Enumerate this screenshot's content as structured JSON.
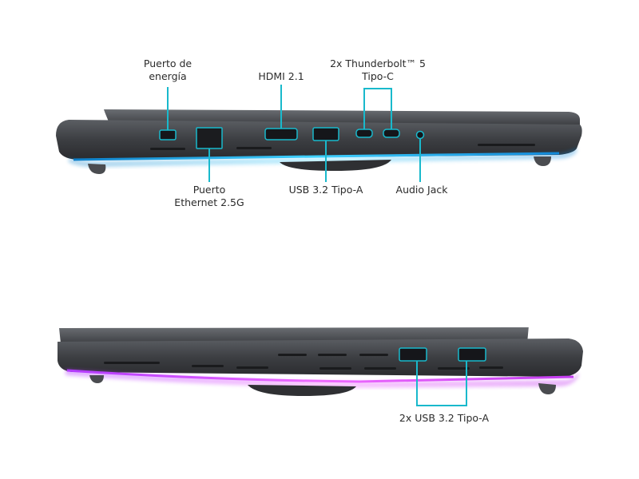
{
  "colors": {
    "callout_line": "#19b9cc",
    "port_highlight": "#19b9cc",
    "light_bar_top": "#2ec4ff",
    "light_bar_bottom": "#e23bff",
    "chassis": "#3a3c40"
  },
  "top_view": {
    "labels": {
      "power_port_line1": "Puerto de",
      "power_port_line2": "energía",
      "hdmi": "HDMI 2.1",
      "thunderbolt_line1": "2x Thunderbolt™ 5",
      "thunderbolt_line2": "Tipo-C",
      "ethernet_line1": "Puerto",
      "ethernet_line2": "Ethernet 2.5G",
      "usb_a": "USB 3.2 Tipo-A",
      "audio_jack": "Audio Jack"
    }
  },
  "bottom_view": {
    "labels": {
      "usb_a_pair": "2x USB 3.2 Tipo-A"
    }
  }
}
